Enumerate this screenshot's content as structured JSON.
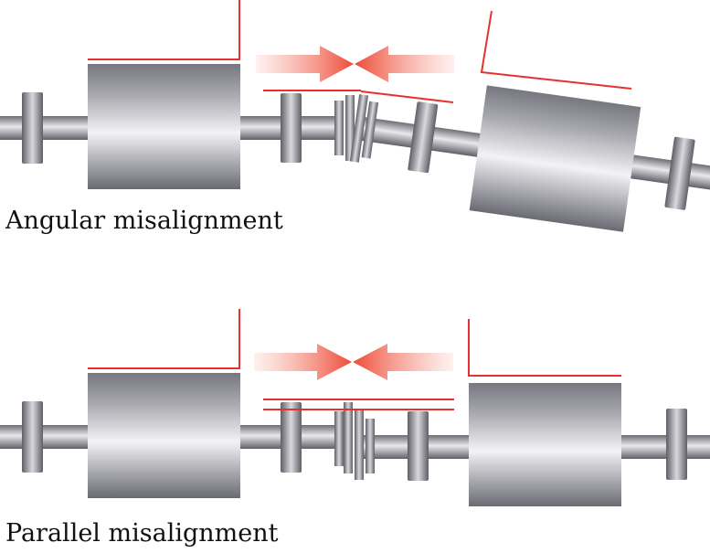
{
  "colors": {
    "accent_red": "#e8312f",
    "arrow_start": "#fde8e3",
    "arrow_end": "#ee4b37",
    "metal_dark": "#6b6b73",
    "metal_light": "#f2f2f4"
  },
  "diagrams": [
    {
      "id": "angular",
      "caption": "Angular misalignment",
      "arrows": [
        "arrow-right-icon",
        "arrow-left-icon"
      ]
    },
    {
      "id": "parallel",
      "caption": "Parallel misalignment",
      "arrows": [
        "arrow-right-icon",
        "arrow-left-icon"
      ]
    }
  ]
}
